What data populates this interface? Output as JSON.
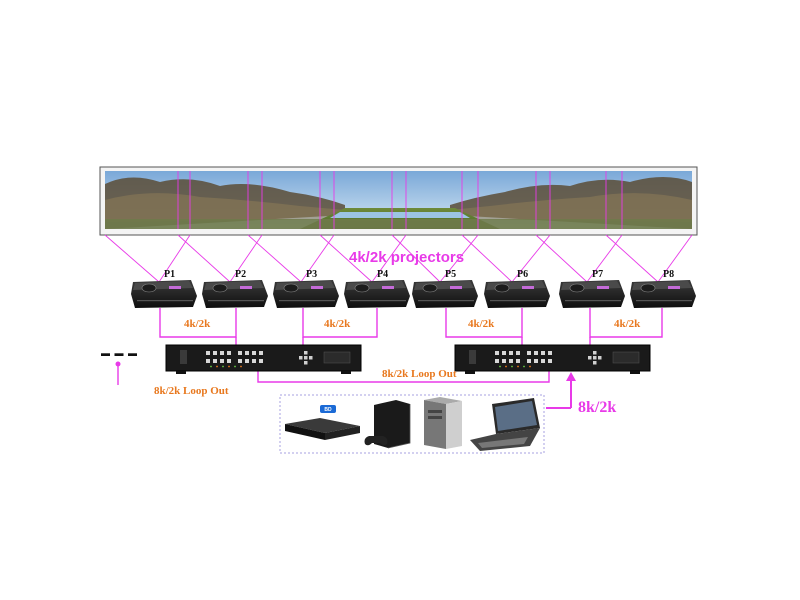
{
  "title": "4k/2k projectors",
  "projectors": [
    "P1",
    "P2",
    "P3",
    "P4",
    "P5",
    "P6",
    "P7",
    "P8"
  ],
  "link_labels": [
    "4k/2k",
    "4k/2k",
    "4k/2k",
    "4k/2k"
  ],
  "loop_out_label_1": "8k/2k Loop Out",
  "loop_out_label_2": "8k/2k Loop Out",
  "input_label": "8k/2k",
  "ellipsis": "▬ ▬ ▬",
  "colors": {
    "magenta": "#e83ae8",
    "orange": "#e8781e",
    "device_black": "#1a1a1a",
    "source_box_border": "#a7a0e0"
  },
  "sources": [
    "blu-ray player",
    "game console",
    "desktop pc",
    "laptop"
  ]
}
